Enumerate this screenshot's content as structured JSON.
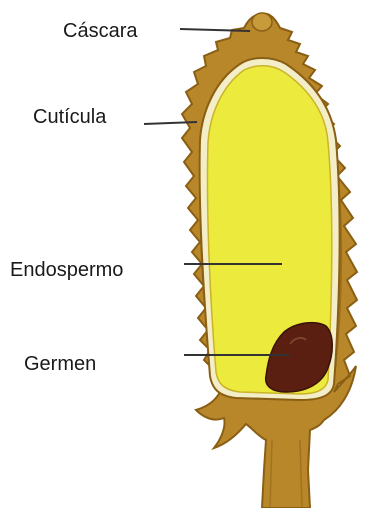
{
  "labels": {
    "cascara": "Cáscara",
    "cuticula": "Cutícula",
    "endospermo": "Endospermo",
    "germen": "Germen"
  },
  "colors": {
    "husk": "#b8872a",
    "husk_dark": "#8a5f14",
    "cuticle": "#f3eec8",
    "endosperm": "#ecea3c",
    "germ": "#5a1f10",
    "leader_line": "#333333"
  }
}
